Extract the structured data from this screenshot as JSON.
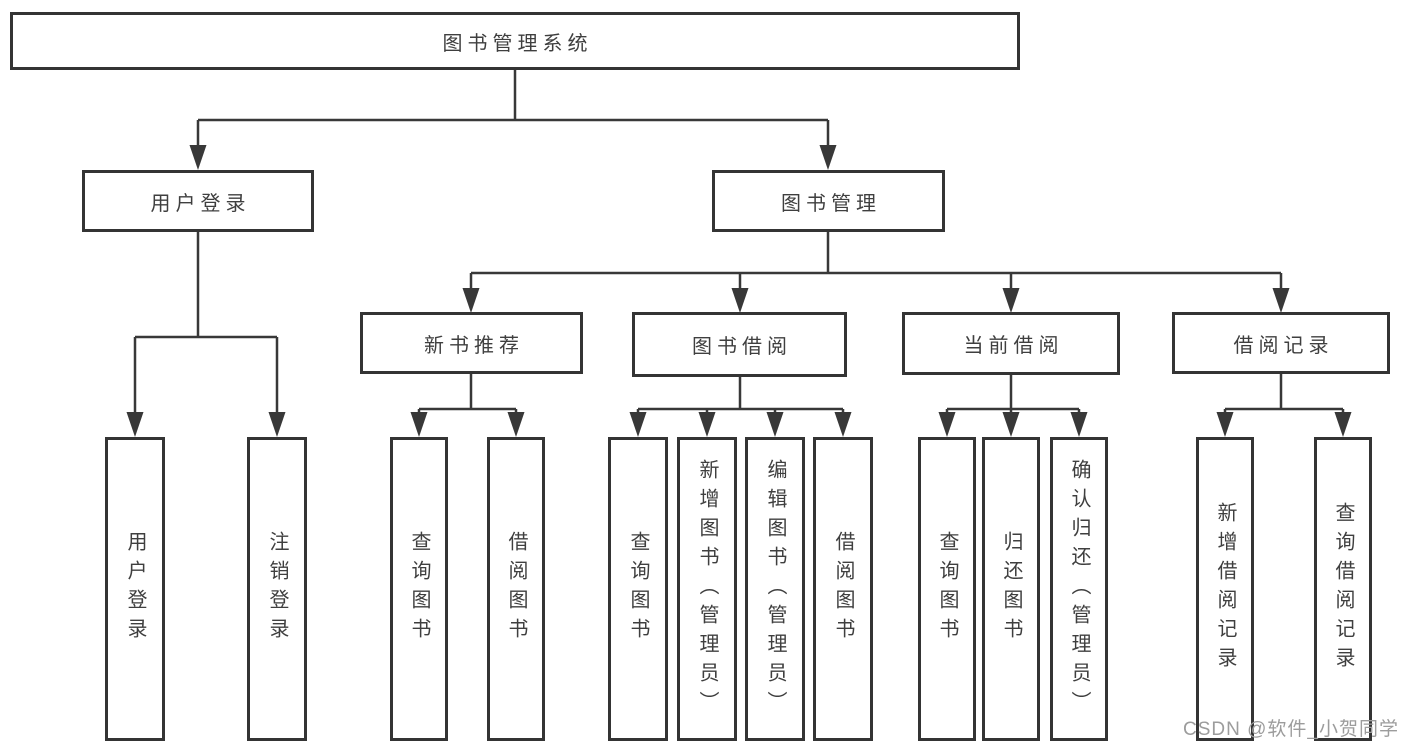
{
  "tree": {
    "root": "图书管理系统",
    "user_login": {
      "label": "用户登录",
      "children": [
        {
          "label": "用户登录"
        },
        {
          "label": "注销登录"
        }
      ]
    },
    "book_mgmt": {
      "label": "图书管理",
      "sections": [
        {
          "label": "新书推荐",
          "children": [
            {
              "label": "查询图书"
            },
            {
              "label": "借阅图书"
            }
          ]
        },
        {
          "label": "图书借阅",
          "children": [
            {
              "label": "查询图书"
            },
            {
              "label": "新增图书（管理员）"
            },
            {
              "label": "编辑图书（管理员）"
            },
            {
              "label": "借阅图书"
            }
          ]
        },
        {
          "label": "当前借阅",
          "children": [
            {
              "label": "查询图书"
            },
            {
              "label": "归还图书"
            },
            {
              "label": "确认归还（管理员）"
            }
          ]
        },
        {
          "label": "借阅记录",
          "children": [
            {
              "label": "新增借阅记录"
            },
            {
              "label": "查询借阅记录"
            }
          ]
        }
      ]
    }
  },
  "colors": {
    "line": "#383838",
    "text": "#3f3f3f",
    "watermark": "#9c9c9c"
  },
  "watermark": "CSDN @软件_小贺同学"
}
